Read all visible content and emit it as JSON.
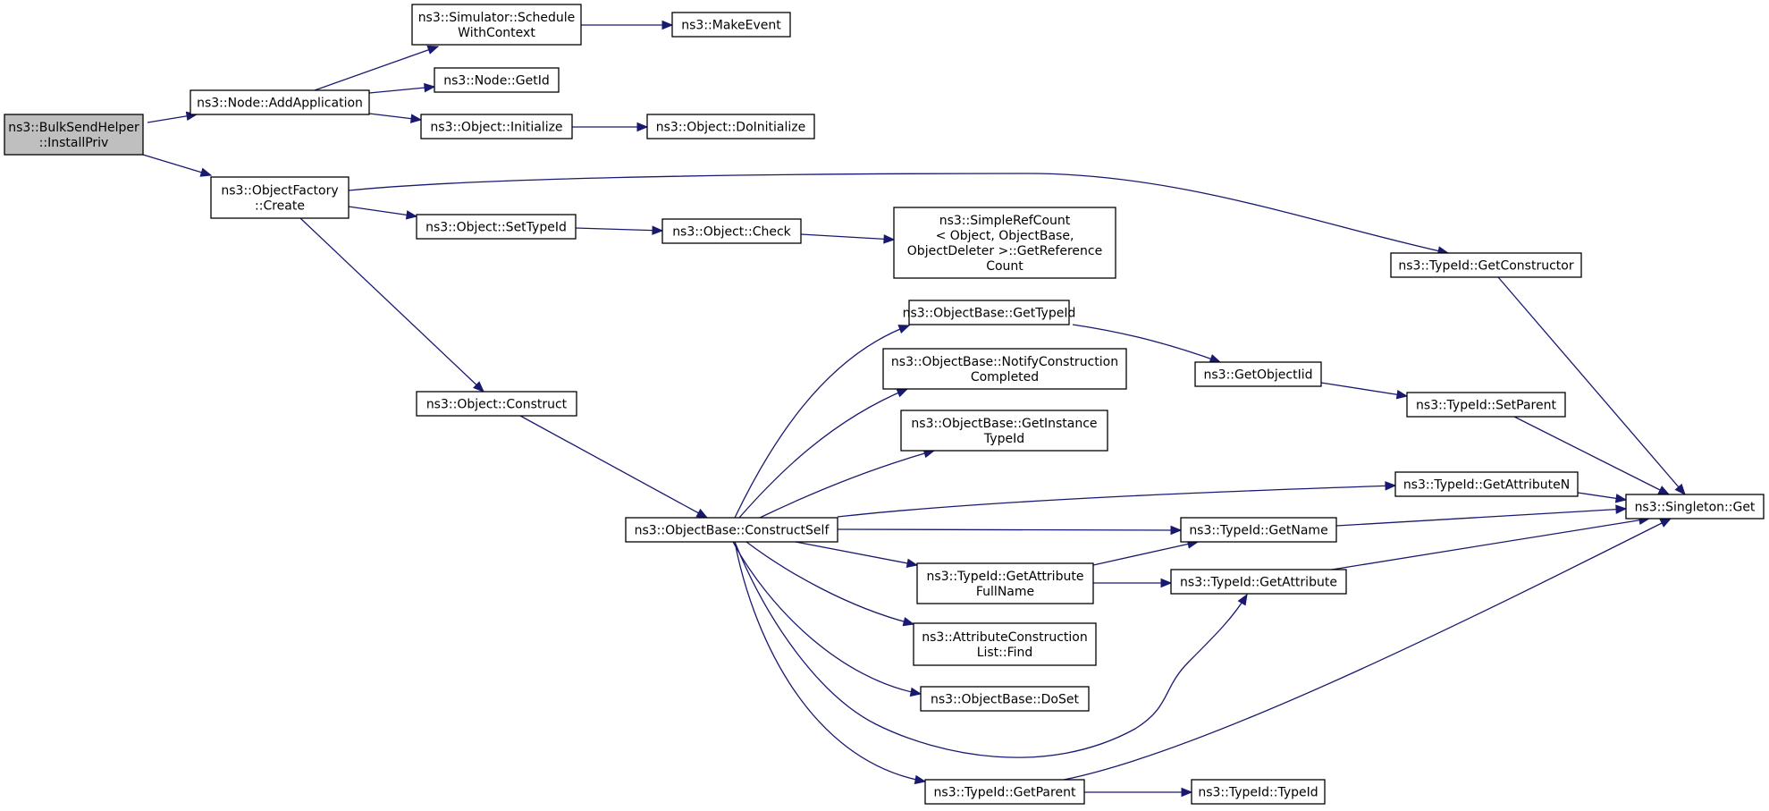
{
  "nodes": [
    {
      "id": "n1",
      "lines": [
        "ns3::BulkSendHelper",
        "::InstallPriv"
      ],
      "root": true
    },
    {
      "id": "n2",
      "lines": [
        "ns3::Node::AddApplication"
      ]
    },
    {
      "id": "n3",
      "lines": [
        "ns3::Simulator::Schedule",
        "WithContext"
      ]
    },
    {
      "id": "n4",
      "lines": [
        "ns3::MakeEvent"
      ]
    },
    {
      "id": "n5",
      "lines": [
        "ns3::Node::GetId"
      ]
    },
    {
      "id": "n6",
      "lines": [
        "ns3::Object::Initialize"
      ]
    },
    {
      "id": "n7",
      "lines": [
        "ns3::Object::DoInitialize"
      ]
    },
    {
      "id": "n8",
      "lines": [
        "ns3::ObjectFactory",
        "::Create"
      ]
    },
    {
      "id": "n9",
      "lines": [
        "ns3::Object::SetTypeId"
      ]
    },
    {
      "id": "n10",
      "lines": [
        "ns3::Object::Check"
      ]
    },
    {
      "id": "n11",
      "lines": [
        "ns3::SimpleRefCount",
        "< Object, ObjectBase,",
        "ObjectDeleter >::GetReference",
        "Count"
      ]
    },
    {
      "id": "n12",
      "lines": [
        "ns3::TypeId::GetConstructor"
      ]
    },
    {
      "id": "n13",
      "lines": [
        "ns3::Object::Construct"
      ]
    },
    {
      "id": "n14",
      "lines": [
        "ns3::ObjectBase::ConstructSelf"
      ]
    },
    {
      "id": "n15",
      "lines": [
        "ns3::ObjectBase::GetTypeId"
      ]
    },
    {
      "id": "n16",
      "lines": [
        "ns3::ObjectBase::NotifyConstruction",
        "Completed"
      ]
    },
    {
      "id": "n17",
      "lines": [
        "ns3::ObjectBase::GetInstance",
        "TypeId"
      ]
    },
    {
      "id": "n18",
      "lines": [
        "ns3::GetObjectIid"
      ]
    },
    {
      "id": "n19",
      "lines": [
        "ns3::TypeId::SetParent"
      ]
    },
    {
      "id": "n20",
      "lines": [
        "ns3::TypeId::GetAttributeN"
      ]
    },
    {
      "id": "n21",
      "lines": [
        "ns3::Singleton::Get"
      ]
    },
    {
      "id": "n22",
      "lines": [
        "ns3::TypeId::GetName"
      ]
    },
    {
      "id": "n23",
      "lines": [
        "ns3::TypeId::GetAttribute",
        "FullName"
      ]
    },
    {
      "id": "n24",
      "lines": [
        "ns3::TypeId::GetAttribute"
      ]
    },
    {
      "id": "n25",
      "lines": [
        "ns3::AttributeConstruction",
        "List::Find"
      ]
    },
    {
      "id": "n26",
      "lines": [
        "ns3::ObjectBase::DoSet"
      ]
    },
    {
      "id": "n27",
      "lines": [
        "ns3::TypeId::GetParent"
      ]
    },
    {
      "id": "n28",
      "lines": [
        "ns3::TypeId::TypeId"
      ]
    }
  ],
  "edges": [
    {
      "from": "n1",
      "to": "n2"
    },
    {
      "from": "n1",
      "to": "n8"
    },
    {
      "from": "n2",
      "to": "n3"
    },
    {
      "from": "n2",
      "to": "n5"
    },
    {
      "from": "n2",
      "to": "n6"
    },
    {
      "from": "n3",
      "to": "n4"
    },
    {
      "from": "n6",
      "to": "n7"
    },
    {
      "from": "n8",
      "to": "n12"
    },
    {
      "from": "n8",
      "to": "n9"
    },
    {
      "from": "n8",
      "to": "n13"
    },
    {
      "from": "n9",
      "to": "n10"
    },
    {
      "from": "n10",
      "to": "n11"
    },
    {
      "from": "n12",
      "to": "n21"
    },
    {
      "from": "n13",
      "to": "n14"
    },
    {
      "from": "n14",
      "to": "n15"
    },
    {
      "from": "n14",
      "to": "n16"
    },
    {
      "from": "n14",
      "to": "n17"
    },
    {
      "from": "n14",
      "to": "n20"
    },
    {
      "from": "n14",
      "to": "n22"
    },
    {
      "from": "n14",
      "to": "n23"
    },
    {
      "from": "n14",
      "to": "n25"
    },
    {
      "from": "n14",
      "to": "n26"
    },
    {
      "from": "n14",
      "to": "n24"
    },
    {
      "from": "n14",
      "to": "n27"
    },
    {
      "from": "n15",
      "to": "n18"
    },
    {
      "from": "n18",
      "to": "n19"
    },
    {
      "from": "n19",
      "to": "n21"
    },
    {
      "from": "n20",
      "to": "n21"
    },
    {
      "from": "n22",
      "to": "n21"
    },
    {
      "from": "n23",
      "to": "n22"
    },
    {
      "from": "n23",
      "to": "n24"
    },
    {
      "from": "n24",
      "to": "n21"
    },
    {
      "from": "n27",
      "to": "n21"
    },
    {
      "from": "n27",
      "to": "n28"
    }
  ]
}
